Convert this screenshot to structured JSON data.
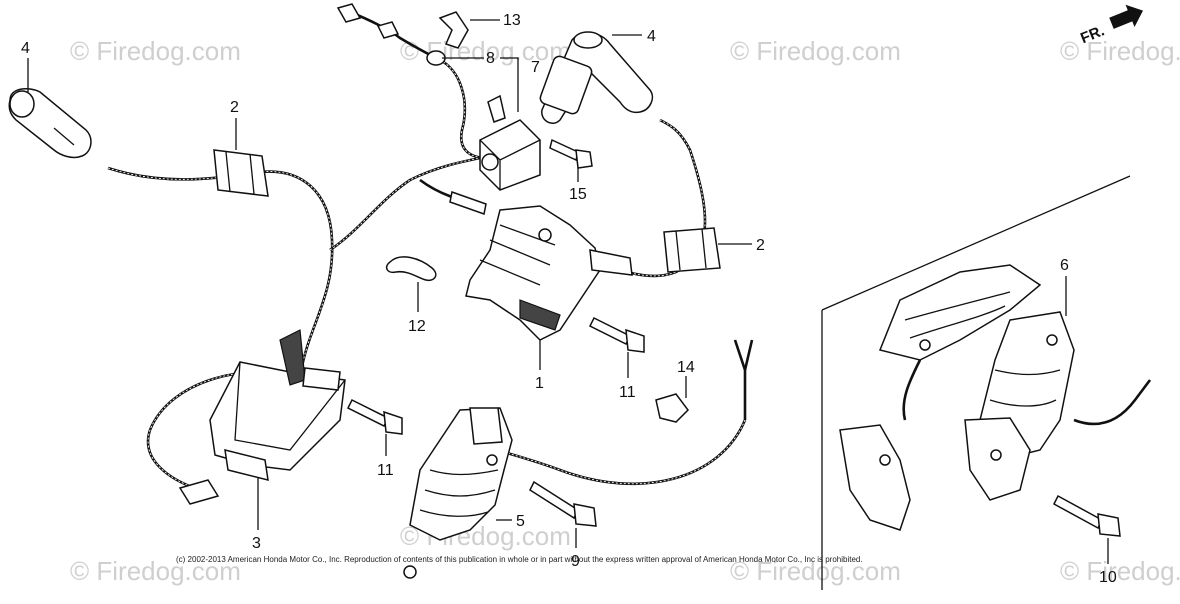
{
  "orientation_label": "FR.",
  "watermark": "© Firedog.com",
  "copyright": "(c) 2002-2013 American Honda Motor Co., Inc. Reproduction of contents of this publication in whole or in part without the express written approval of American Honda Motor Co., Inc is prohibited.",
  "callouts": {
    "c4_left": "4",
    "c2_left": "2",
    "c3": "3",
    "c13": "13",
    "c8": "8",
    "c7": "7",
    "c4_right": "4",
    "c15": "15",
    "c2_right": "2",
    "c12": "12",
    "c1": "1",
    "c11_mid": "11",
    "c14": "14",
    "c11_left": "11",
    "c5": "5",
    "c9": "9",
    "c6": "6",
    "c10": "10"
  }
}
